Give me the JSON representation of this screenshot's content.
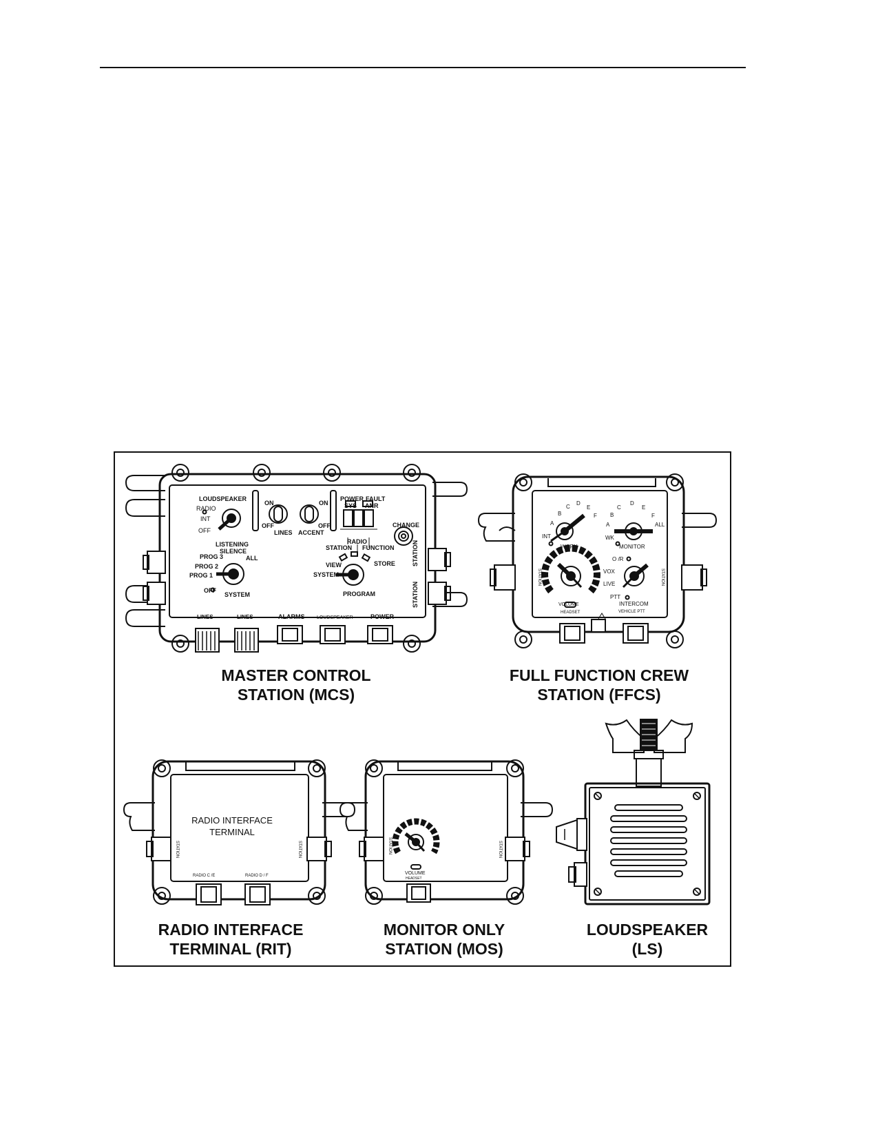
{
  "captions": {
    "mcs": "MASTER CONTROL\nSTATION (MCS)",
    "ffcs": "FULL FUNCTION CREW\nSTATION (FFCS)",
    "rit": "RADIO INTERFACE\nTERMINAL (RIT)",
    "mos": "MONITOR ONLY\nSTATION (MOS)",
    "ls": "LOUDSPEAKER\n(LS)"
  },
  "mcs": {
    "loudspeaker": "LOUDSPEAKER",
    "radio": "RADIO",
    "int": "INT",
    "off": "OFF",
    "listening": "LISTENING",
    "silence": "SILENCE",
    "on1": "ON",
    "off1": "OFF",
    "lines_sw": "LINES",
    "on2": "ON",
    "off2": "OFF",
    "accent": "ACCENT",
    "power": "POWER",
    "fault": "FAULT",
    "sys": "SYS",
    "anr": "ANR",
    "change": "CHANGE",
    "radio_btn": "RADIO",
    "station_btn": "STATION",
    "function_btn": "FUNCTION",
    "view": "VIEW",
    "store": "STORE",
    "system_pos": "SYSTEM",
    "program": "PROGRAM",
    "prog3": "PROG 3",
    "all": "ALL",
    "prog2": "PROG 2",
    "prog1": "PROG 1",
    "off3": "OFF",
    "system": "SYSTEM",
    "station_right1": "STATION",
    "station_right2": "STATION",
    "conn_lines1": "LINES",
    "conn_lines2": "LINES",
    "conn_alarms": "ALARMS",
    "conn_loudspeaker": "LOUDSPEAKER",
    "conn_power": "POWER"
  },
  "ffcs": {
    "a": "A",
    "b": "B",
    "c": "C",
    "d": "D",
    "e": "E",
    "f": "F",
    "int": "INT",
    "work": "WORK",
    "a2": "A",
    "b2": "B",
    "c2": "C",
    "d2": "D",
    "e2": "E",
    "f2": "F",
    "all": "ALL",
    "wk": "WK",
    "monitor": "MONITOR",
    "or": "O /R",
    "vox": "VOX",
    "live": "LIVE",
    "ptt": "PTT",
    "volume": "VOLUME",
    "headset": "HEADSET",
    "intercom": "INTERCOM",
    "vehicle_ptt": "VEHICLE PTT",
    "station_left": "STATION",
    "station_right": "STATION"
  },
  "rit": {
    "panel_text": "RADIO INTERFACE\nTERMINAL",
    "station_left": "STATION",
    "station_right": "STATION",
    "radio_ce": "RADIO  C /E",
    "radio_df": "RADIO  D / F"
  },
  "mos": {
    "station_left": "STATION",
    "station_right": "STATION",
    "volume": "VOLUME",
    "headset": "HEADSET"
  }
}
